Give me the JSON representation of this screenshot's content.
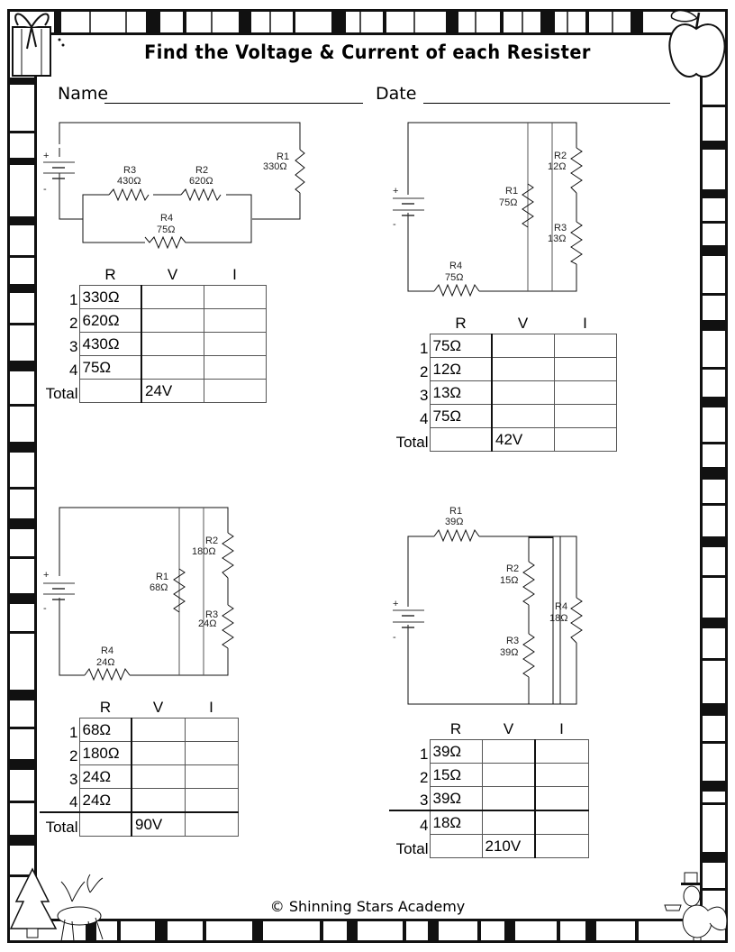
{
  "worksheet": {
    "title": "Find the Voltage & Current of each Resister",
    "name_label": "Name",
    "date_label": "Date",
    "footer": "© Shinning Stars Academy"
  },
  "table_headers": {
    "r": "R",
    "v": "V",
    "i": "I",
    "total": "Total"
  },
  "problems": [
    {
      "circuit": {
        "battery": {
          "plus": "+",
          "minus": "-"
        },
        "resistors": [
          {
            "name": "R1",
            "value": "330Ω"
          },
          {
            "name": "R2",
            "value": "620Ω"
          },
          {
            "name": "R3",
            "value": "430Ω"
          },
          {
            "name": "R4",
            "value": "75Ω"
          }
        ]
      },
      "rows": [
        {
          "n": "1",
          "r": "330Ω",
          "v": "",
          "i": ""
        },
        {
          "n": "2",
          "r": "620Ω",
          "v": "",
          "i": ""
        },
        {
          "n": "3",
          "r": "430Ω",
          "v": "",
          "i": ""
        },
        {
          "n": "4",
          "r": "75Ω",
          "v": "",
          "i": ""
        }
      ],
      "total": {
        "r": "",
        "v": "24V",
        "i": ""
      }
    },
    {
      "circuit": {
        "battery": {
          "plus": "+",
          "minus": "-"
        },
        "resistors": [
          {
            "name": "R1",
            "value": "75Ω"
          },
          {
            "name": "R2",
            "value": "12Ω"
          },
          {
            "name": "R3",
            "value": "13Ω"
          },
          {
            "name": "R4",
            "value": "75Ω"
          }
        ]
      },
      "rows": [
        {
          "n": "1",
          "r": "75Ω",
          "v": "",
          "i": ""
        },
        {
          "n": "2",
          "r": "12Ω",
          "v": "",
          "i": ""
        },
        {
          "n": "3",
          "r": "13Ω",
          "v": "",
          "i": ""
        },
        {
          "n": "4",
          "r": "75Ω",
          "v": "",
          "i": ""
        }
      ],
      "total": {
        "r": "",
        "v": "42V",
        "i": ""
      }
    },
    {
      "circuit": {
        "battery": {
          "plus": "+",
          "minus": "-"
        },
        "resistors": [
          {
            "name": "R1",
            "value": "68Ω"
          },
          {
            "name": "R2",
            "value": "180Ω"
          },
          {
            "name": "R3",
            "value": "24Ω"
          },
          {
            "name": "R4",
            "value": "24Ω"
          }
        ]
      },
      "rows": [
        {
          "n": "1",
          "r": "68Ω",
          "v": "",
          "i": ""
        },
        {
          "n": "2",
          "r": "180Ω",
          "v": "",
          "i": ""
        },
        {
          "n": "3",
          "r": "24Ω",
          "v": "",
          "i": ""
        },
        {
          "n": "4",
          "r": "24Ω",
          "v": "",
          "i": ""
        }
      ],
      "total": {
        "r": "",
        "v": "90V",
        "i": ""
      }
    },
    {
      "circuit": {
        "battery": {
          "plus": "+",
          "minus": "-"
        },
        "resistors": [
          {
            "name": "R1",
            "value": "39Ω"
          },
          {
            "name": "R2",
            "value": "15Ω"
          },
          {
            "name": "R3",
            "value": "39Ω"
          },
          {
            "name": "R4",
            "value": "18Ω"
          }
        ]
      },
      "rows": [
        {
          "n": "1",
          "r": "39Ω",
          "v": "",
          "i": ""
        },
        {
          "n": "2",
          "r": "15Ω",
          "v": "",
          "i": ""
        },
        {
          "n": "3",
          "r": "39Ω",
          "v": "",
          "i": ""
        },
        {
          "n": "4",
          "r": "18Ω",
          "v": "",
          "i": ""
        }
      ],
      "total": {
        "r": "",
        "v": "210V",
        "i": ""
      }
    }
  ],
  "decorations": {
    "top_left": "gift-box-icon",
    "top_right": "apple-icon",
    "bottom_left": "christmas-tree-reindeer-icon",
    "bottom_right": "turkey-pilgrim-icon"
  }
}
